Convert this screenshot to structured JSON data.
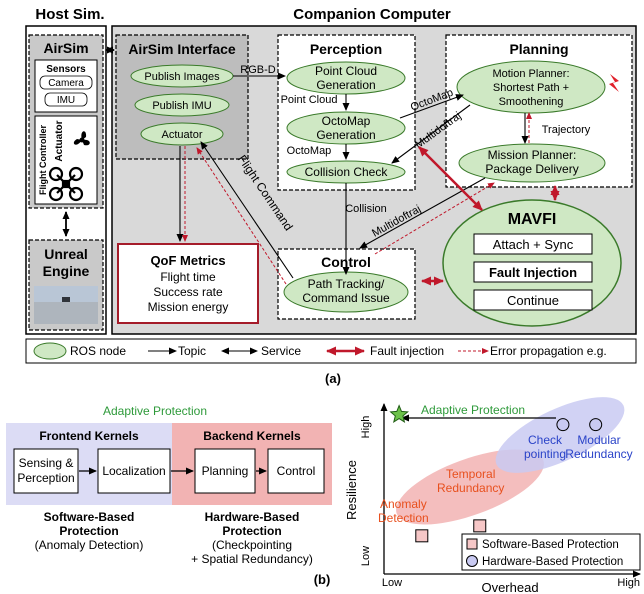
{
  "colors": {
    "ros_node_fill": "#cfe8c4",
    "ros_node_stroke": "#3a7a2a",
    "fault_injection": "#c0182b",
    "error_propagation": "#c0182b",
    "frontend_bg": "#dcdcf5",
    "backend_bg": "#f2b3b3",
    "adaptive_green": "#2e9a3a",
    "anomaly_orange": "#e8501e",
    "check_blue": "#2a43c8",
    "gray_panel": "#c9c9c9",
    "star_green": "#6cc24a"
  },
  "icons": [
    "camera-icon",
    "fan-icon",
    "drone-icon",
    "fire-icon",
    "star-icon"
  ],
  "panel_a": {
    "host_title": "Host Sim.",
    "companion_title": "Companion Computer",
    "airsim_title": "AirSim",
    "sensors_title": "Sensors",
    "camera": "Camera",
    "imu": "IMU",
    "flight_controller": "Flight Controller",
    "actuator_rot": "Actuator",
    "unreal_line1": "Unreal",
    "unreal_line2": "Engine",
    "airsim_interface": "AirSim Interface",
    "publish_images": "Publish Images",
    "publish_imu": "Publish IMU",
    "actuator": "Actuator",
    "perception_title": "Perception",
    "pc_gen_line1": "Point Cloud",
    "pc_gen_line2": "Generation",
    "octomap_gen_line1": "OctoMap",
    "octomap_gen_line2": "Generation",
    "collision_check": "Collision Check",
    "planning_title": "Planning",
    "motion_line1": "Motion Planner:",
    "motion_line2": "Shortest Path +",
    "motion_line3": "Smoothening",
    "mission_line1": "Mission Planner:",
    "mission_line2": "Package Delivery",
    "control_title": "Control",
    "path_line1": "Path Tracking/",
    "path_line2": "Command Issue",
    "mavfi_title": "MAVFI",
    "attach_sync": "Attach + Sync",
    "fault_injection": "Fault Injection",
    "continue": "Continue",
    "qof_title": "QoF Metrics",
    "qof_line1": "Flight time",
    "qof_line2": "Success rate",
    "qof_line3": "Mission energy",
    "lbl_rgbd": "RGB-D",
    "lbl_point_cloud": "Point Cloud",
    "lbl_octomap1": "OctoMap",
    "lbl_octomap2": "OctoMap",
    "lbl_multidoftraj1": "Multidoftraj",
    "lbl_multidoftraj2": "Multidoftraj",
    "lbl_trajectory": "Trajectory",
    "lbl_collision": "Collision",
    "lbl_flight_command": "Flight Command",
    "legend_ros": "ROS node",
    "legend_topic": "Topic",
    "legend_service": "Service",
    "legend_fault": "Fault injection",
    "legend_error": "Error propagation e.g.",
    "caption": "(a)"
  },
  "panel_b": {
    "adaptive_protection": "Adaptive Protection",
    "frontend_kernels": "Frontend Kernels",
    "backend_kernels": "Backend Kernels",
    "sensing_line1": "Sensing &",
    "sensing_line2": "Perception",
    "localization": "Localization",
    "planning": "Planning",
    "control": "Control",
    "sw_line1": "Software-Based",
    "sw_line2": "Protection",
    "sw_line3": "(Anomaly Detection)",
    "hw_line1": "Hardware-Based",
    "hw_line2": "Protection",
    "hw_line3": "(Checkpointing",
    "hw_line4": "+ Spatial Redundancy)",
    "caption": "(b)"
  },
  "chart_data": {
    "type": "scatter",
    "xlabel": "Overhead",
    "ylabel": "Resilience",
    "x_ticks": [
      "Low",
      "High"
    ],
    "y_ticks": [
      "Low",
      "High"
    ],
    "legend": [
      "Software-Based Protection",
      "Hardware-Based Protection"
    ],
    "legend_placement": "bottom-right",
    "annotations": {
      "adaptive": "Adaptive Protection",
      "anomaly_line1": "Anomaly",
      "anomaly_line2": "Detection",
      "temporal_line1": "Temporal",
      "temporal_line2": "Redundancy",
      "check_line1": "Check",
      "check_line2": "pointing",
      "modular_line1": "Modular",
      "modular_line2": "Redundancy"
    },
    "series": [
      {
        "name": "Software-Based Protection",
        "marker": "square",
        "points": [
          {
            "label": "Anomaly Detection",
            "x": 0.15,
            "y": 0.23
          },
          {
            "label": "Temporal Redundancy",
            "x": 0.38,
            "y": 0.29
          }
        ]
      },
      {
        "name": "Hardware-Based Protection",
        "marker": "circle",
        "points": [
          {
            "label": "Checkpointing",
            "x": 0.71,
            "y": 0.9
          },
          {
            "label": "Modular Redundancy",
            "x": 0.84,
            "y": 0.9
          }
        ]
      },
      {
        "name": "Adaptive Protection",
        "marker": "star",
        "points": [
          {
            "label": "Adaptive Protection",
            "x": 0.06,
            "y": 0.96
          }
        ]
      }
    ]
  }
}
